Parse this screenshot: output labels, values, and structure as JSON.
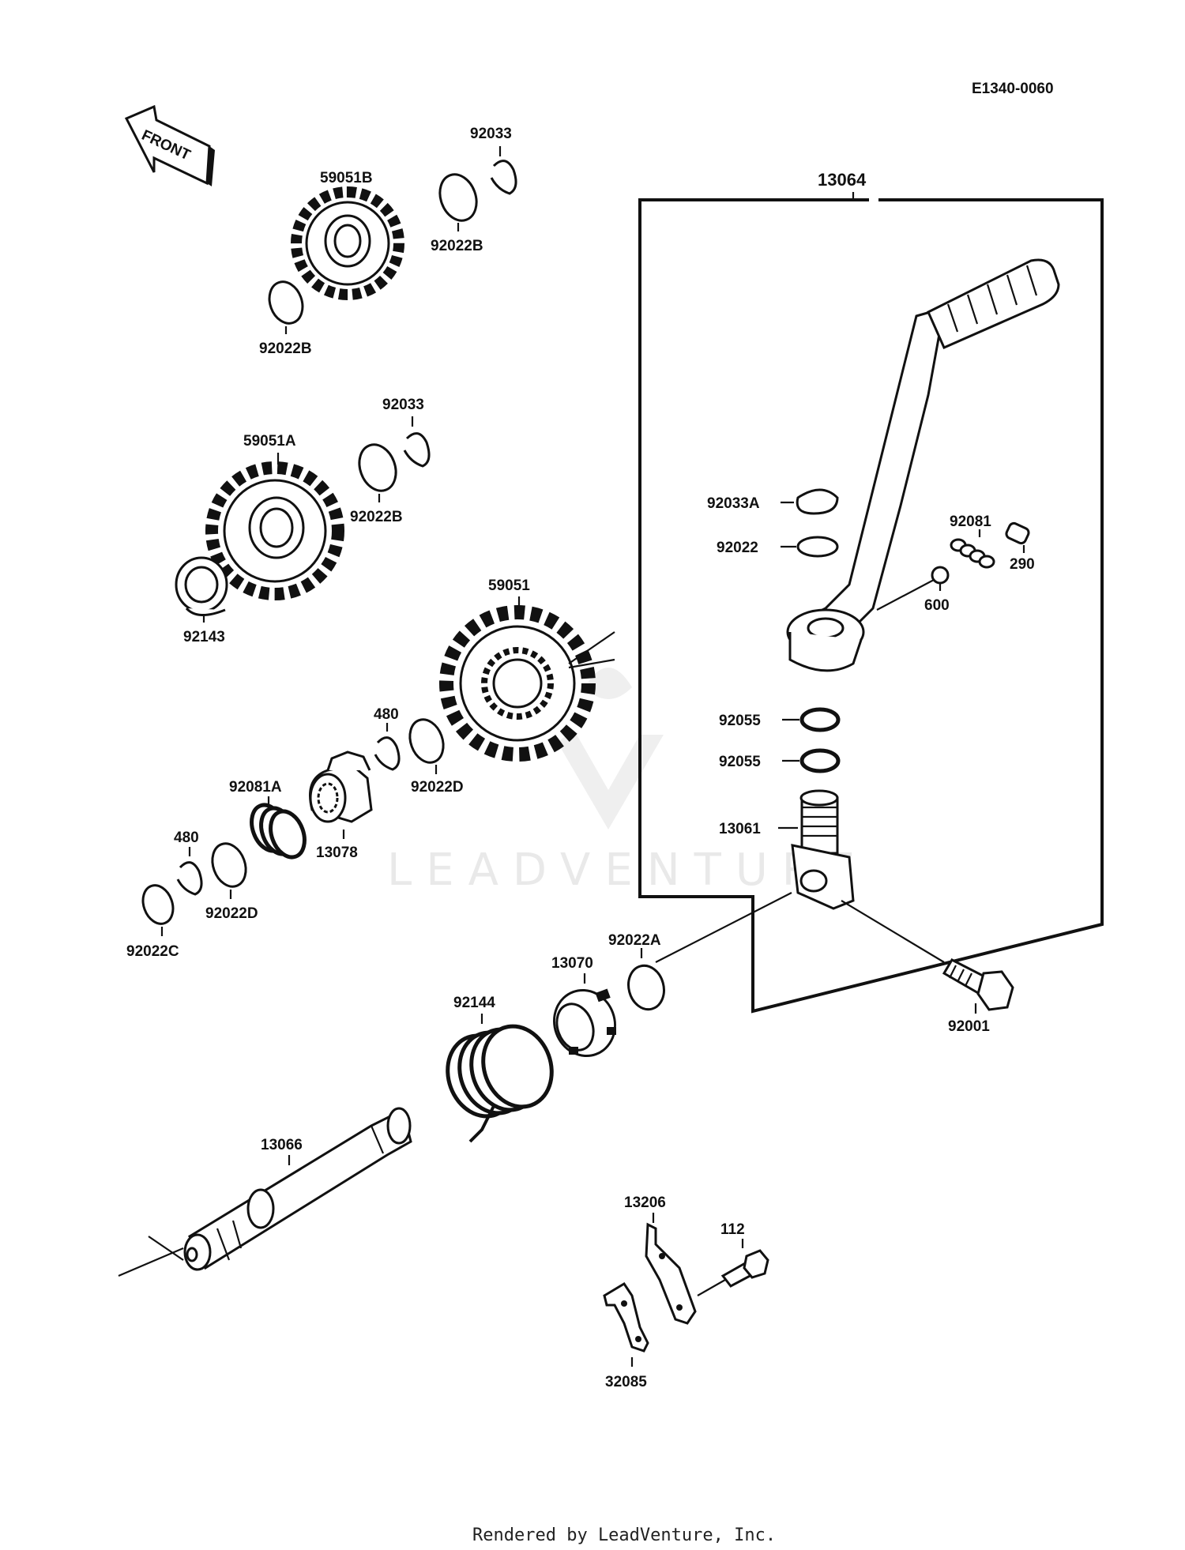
{
  "diagram_code": "E1340-0060",
  "front_label": "FRONT",
  "watermark": "LEADVENTURE",
  "footer": "Rendered by LeadVenture, Inc.",
  "parts": {
    "p92033_top": "92033",
    "p59051B": "59051B",
    "p92022B_top_right": "92022B",
    "p92022B_top_left": "92022B",
    "p92033_mid": "92033",
    "p59051A": "59051A",
    "p92022B_mid": "92022B",
    "p92143": "92143",
    "p59051": "59051",
    "p480_top": "480",
    "p92022D_top": "92022D",
    "p92081A": "92081A",
    "p13078": "13078",
    "p480_low": "480",
    "p92022D_low": "92022D",
    "p92022C": "92022C",
    "p13064": "13064",
    "p92033A": "92033A",
    "p92022": "92022",
    "p92081": "92081",
    "p290": "290",
    "p600": "600",
    "p92055_a": "92055",
    "p92055_b": "92055",
    "p13061": "13061",
    "p92022A": "92022A",
    "p13070": "13070",
    "p92001": "92001",
    "p92144": "92144",
    "p13066": "13066",
    "p13206": "13206",
    "p112": "112",
    "p32085": "32085"
  }
}
